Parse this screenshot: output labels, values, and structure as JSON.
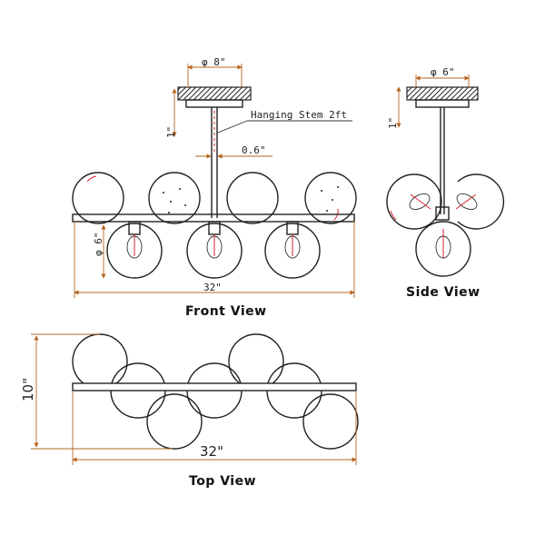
{
  "front_view": {
    "label": "Front View",
    "canopy_diameter": "φ 8\"",
    "canopy_height": "1\"",
    "stem_label": "Hanging Stem 2ft",
    "stem_width": "0.6\"",
    "globe_diameter": "φ 6\"",
    "width": "32\""
  },
  "side_view": {
    "label": "Side View",
    "canopy_diameter": "φ 6\"",
    "canopy_height": "1\""
  },
  "top_view": {
    "label": "Top View",
    "depth": "10\"",
    "width": "32\""
  },
  "colors": {
    "ink": "#222222",
    "dimension": "#b5651d",
    "accent": "#d9232d"
  }
}
